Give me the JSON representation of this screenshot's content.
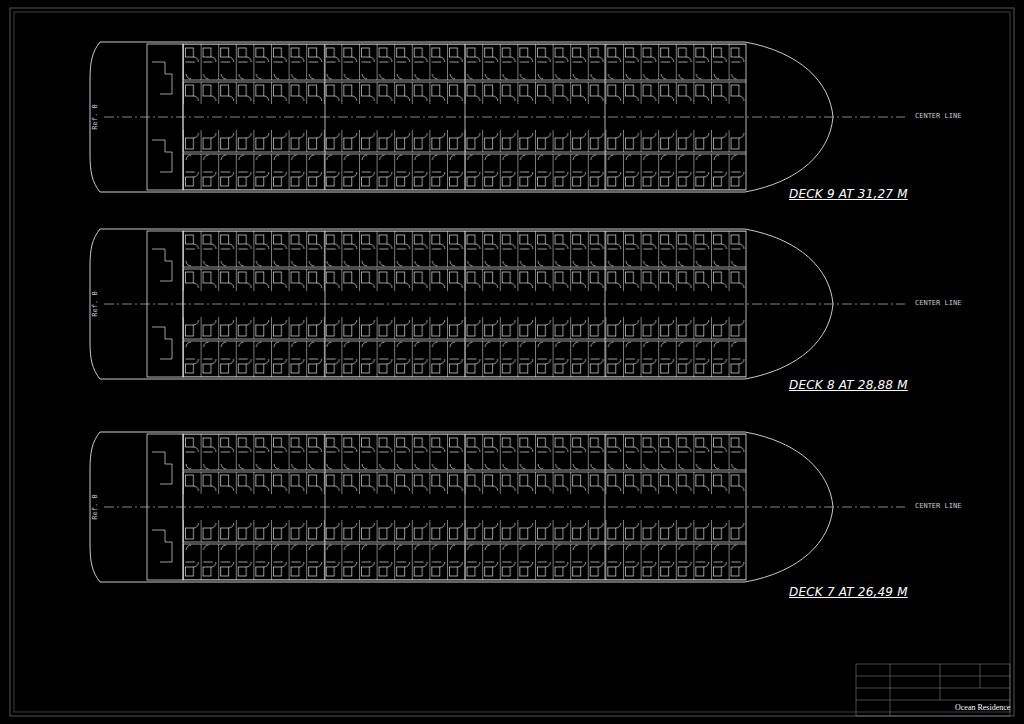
{
  "diagram": {
    "labels": [
      "Ref. 0",
      "CENTER LINE",
      "DECK 9 AT 31,27 M",
      "Ref. 0",
      "CENTER LINE",
      "DECK 8 AT 28,88 M",
      "Ref. 0",
      "CENTER LINE",
      "DECK 7 AT 26,49 M",
      "Ocean Residence"
    ]
  }
}
